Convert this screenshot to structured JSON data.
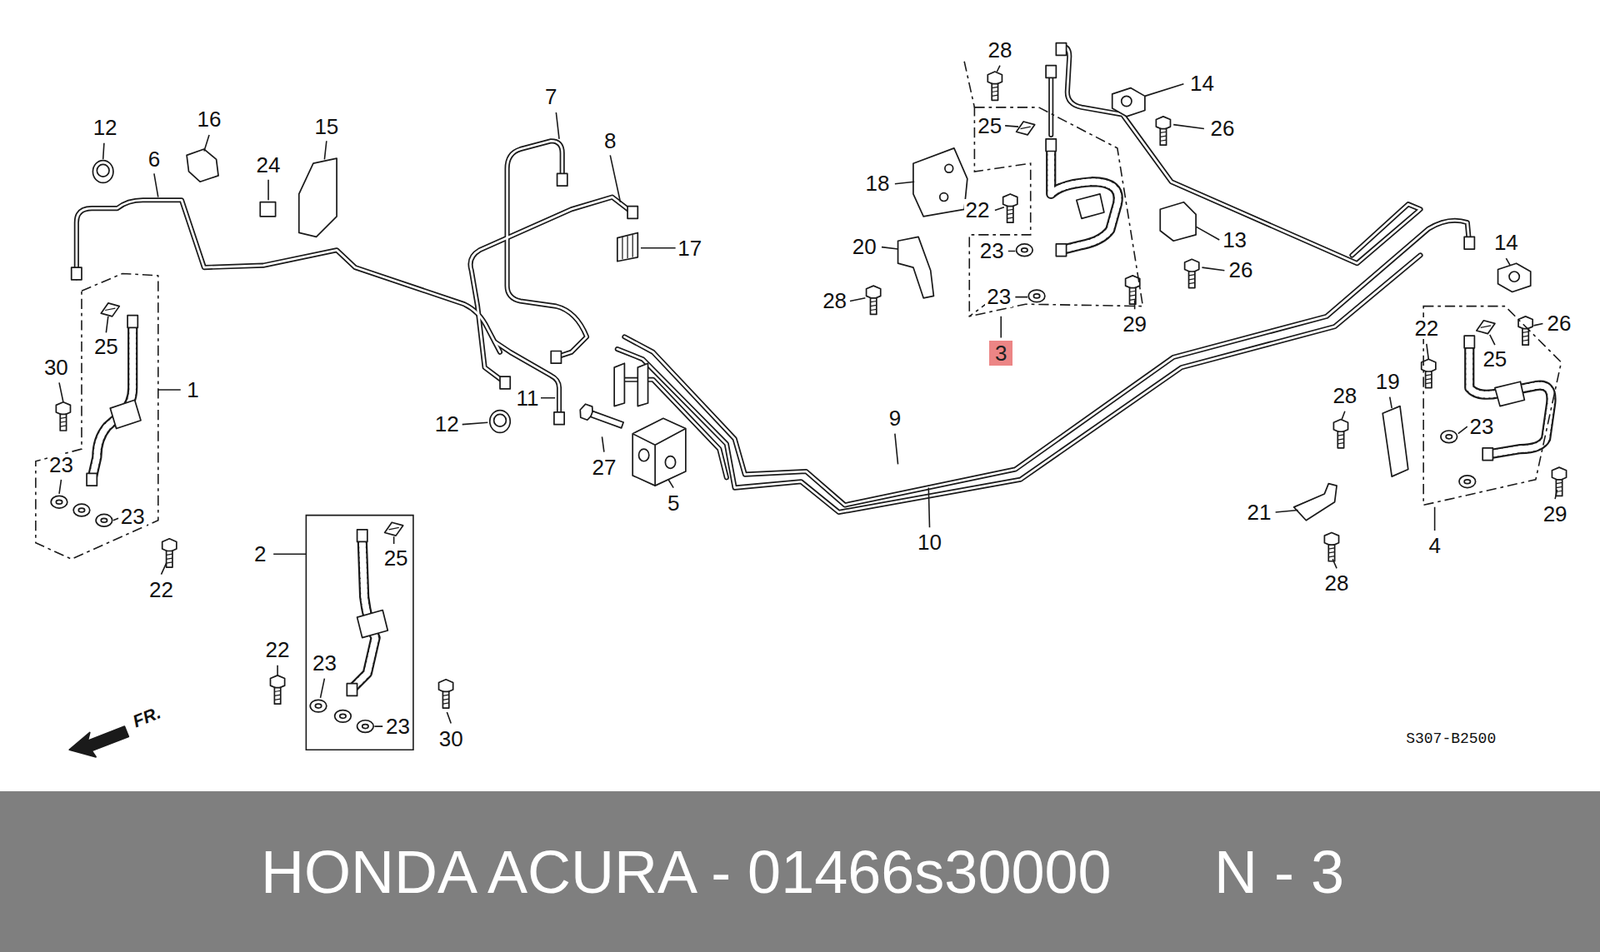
{
  "diagram": {
    "nodes": [
      {
        "text": [
          "3"
        ]
      },
      {
        "text": [
          "HONDA ACURA - 01466s30000",
          "N - 3"
        ]
      }
    ],
    "labels": [
      "12",
      "16",
      "15",
      "6",
      "24",
      "7",
      "8",
      "17",
      "28",
      "14",
      "25",
      "26",
      "18",
      "22",
      "13",
      "26",
      "20",
      "23",
      "14",
      "28",
      "23",
      "29",
      "26",
      "22",
      "25",
      "30",
      "1",
      "25",
      "19",
      "28",
      "11",
      "12",
      "9",
      "23",
      "27",
      "5",
      "23",
      "23",
      "21",
      "29",
      "22",
      "28",
      "10",
      "4",
      "2",
      "25",
      "22",
      "23",
      "23",
      "30",
      "FR.",
      "S307-B2500"
    ]
  }
}
